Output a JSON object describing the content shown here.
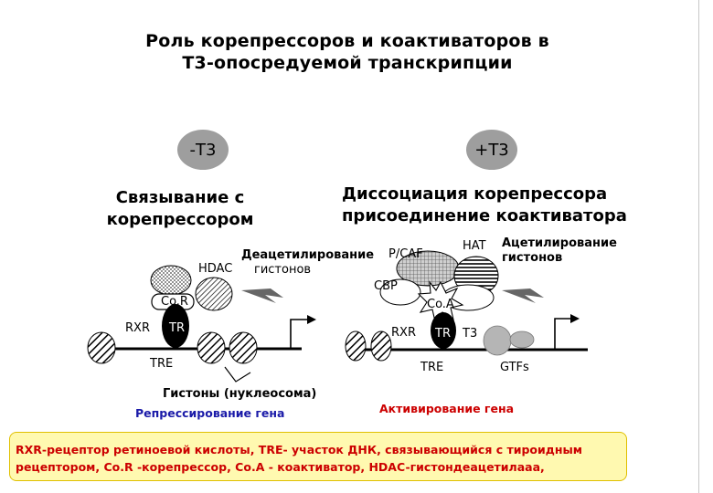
{
  "title": {
    "line1": "Роль корепрессоров и коактиваторов  в",
    "line2": "Т3-опосредуемой транскрипции"
  },
  "left": {
    "condition": "-Т3",
    "heading_line1": "Связывание с",
    "heading_line2": "корепрессором",
    "hdac": "HDAC",
    "corepressor": "Co.R",
    "tr": "TR",
    "rxr": "RXR",
    "tre": "TRE",
    "deacetyl_line1": "Деацетилирование",
    "deacetyl_line2": "гистонов",
    "histones": "Гистоны (нуклеосома)",
    "result": "Репрессирование гена"
  },
  "right": {
    "condition": "+Т3",
    "heading_line1": "Диссоциация корепрессора",
    "heading_line2": "присоединение коактиватора",
    "pcaf": "P/CAF",
    "hat": "HAT",
    "cbp": "CBP",
    "coactivator": "Co.A",
    "tr": "TR",
    "t3": "T3",
    "rxr": "RXR",
    "tre": "TRE",
    "gtfs": "GTFs",
    "acetyl_line1": "Ацетилирование",
    "acetyl_line2": "гистонов",
    "result": "Активирование гена"
  },
  "note": {
    "line1": "RXR-рецептор ретиноевой кислоты, TRE- участок ДНК, связывающийся с тироидным",
    "line2": "рецептором, Co.R -корепрессор, Co.A - коактиватор, HDAC-гистондеацетилааа,"
  },
  "colors": {
    "pill": "#9e9e9e",
    "blue_caption": "#1a1aa8",
    "red_caption": "#cc0000",
    "note_bg": "#fff9b0"
  }
}
